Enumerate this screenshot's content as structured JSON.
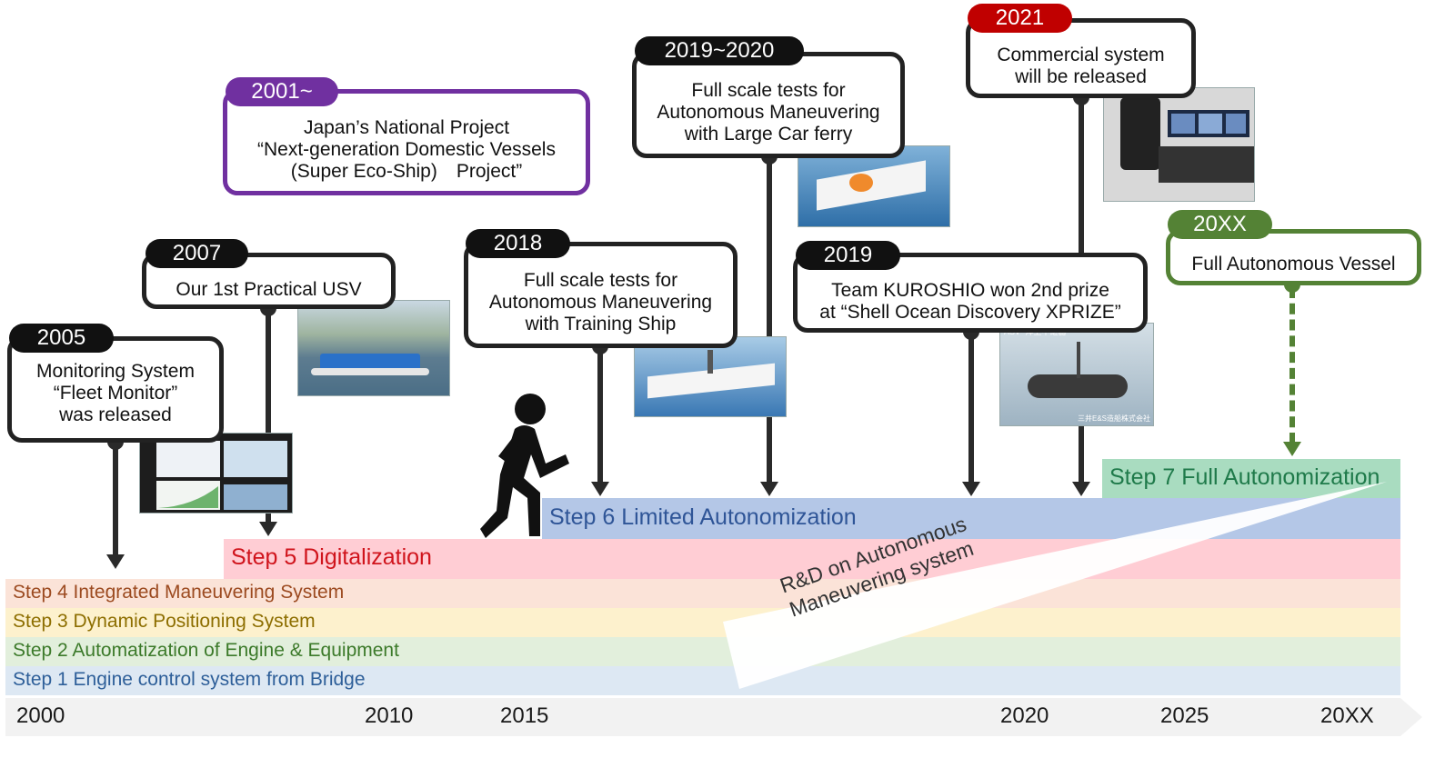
{
  "steps": {
    "s1": "Step 1 Engine control system from Bridge",
    "s2": "Step 2 Automatization of Engine & Equipment",
    "s3": "Step 3 Dynamic Positioning System",
    "s4": "Step 4 Integrated Maneuvering System",
    "s5": "Step 5 Digitalization",
    "s6": "Step 6 Limited Autonomization",
    "s7": "Step 7 Full Autonomization"
  },
  "axis": [
    "2000",
    "2010",
    "2015",
    "2020",
    "2025",
    "20XX"
  ],
  "rd_label": {
    "line1": "R&D on Autonomous",
    "line2": "Maneuvering system"
  },
  "events": {
    "e2005": {
      "year": "2005",
      "l1": "Monitoring System",
      "l2": "“Fleet Monitor”",
      "l3": "was released"
    },
    "e2007": {
      "year": "2007",
      "l1": "Our 1st Practical USV"
    },
    "e2001": {
      "year": "2001~",
      "l1": "Japan’s National Project",
      "l2": "“Next-generation Domestic Vessels",
      "l3": "(Super Eco-Ship)　Project”"
    },
    "e2018": {
      "year": "2018",
      "l1": "Full scale tests for",
      "l2": "Autonomous Maneuvering",
      "l3": "with Training Ship"
    },
    "e2019_2020": {
      "year": "2019~2020",
      "l1": "Full scale tests for",
      "l2": "Autonomous Maneuvering",
      "l3": "with Large Car ferry"
    },
    "e2019": {
      "year": "2019",
      "l1": "Team KUROSHIO won 2nd prize",
      "l2": "at “Shell Ocean Discovery XPRIZE”"
    },
    "e2021": {
      "year": "2021",
      "l1": "Commercial system",
      "l2": "will be released"
    },
    "e20xx": {
      "year": "20XX",
      "l1": "Full Autonomous Vessel"
    }
  },
  "photo_captions": {
    "asv_top": "ASV “洋上中継器”",
    "asv_bottom": "三井E&S造船株式会社"
  },
  "colors": {
    "purple": "#7030a0",
    "red": "#c00000",
    "green": "#548235",
    "dark": "#222222"
  }
}
